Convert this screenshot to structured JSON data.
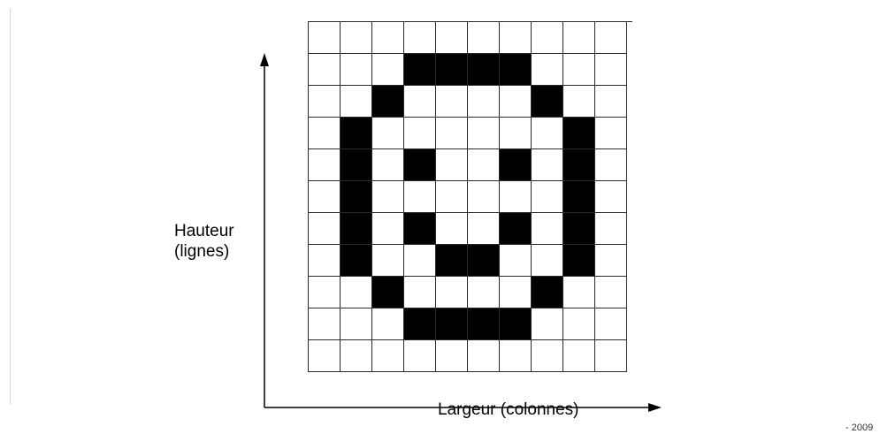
{
  "axis": {
    "ylabel_line1": "Hauteur",
    "ylabel_line2": "(lignes)",
    "xlabel": "Largeur (colonnes)"
  },
  "corner_note": "- 2009",
  "grid": {
    "rows": 11,
    "cols": 10,
    "on_color": "#000000",
    "off_color": "#ffffff",
    "pixels": [
      [
        0,
        0,
        0,
        0,
        0,
        0,
        0,
        0,
        0,
        0
      ],
      [
        0,
        0,
        0,
        1,
        1,
        1,
        1,
        0,
        0,
        0
      ],
      [
        0,
        0,
        1,
        0,
        0,
        0,
        0,
        1,
        0,
        0
      ],
      [
        0,
        1,
        0,
        0,
        0,
        0,
        0,
        0,
        1,
        0
      ],
      [
        0,
        1,
        0,
        1,
        0,
        0,
        1,
        0,
        1,
        0
      ],
      [
        0,
        1,
        0,
        0,
        0,
        0,
        0,
        0,
        1,
        0
      ],
      [
        0,
        1,
        0,
        1,
        0,
        0,
        1,
        0,
        1,
        0
      ],
      [
        0,
        1,
        0,
        0,
        1,
        1,
        0,
        0,
        1,
        0
      ],
      [
        0,
        0,
        1,
        0,
        0,
        0,
        0,
        1,
        0,
        0
      ],
      [
        0,
        0,
        0,
        1,
        1,
        1,
        1,
        0,
        0,
        0
      ],
      [
        0,
        0,
        0,
        0,
        0,
        0,
        0,
        0,
        0,
        0
      ]
    ]
  }
}
